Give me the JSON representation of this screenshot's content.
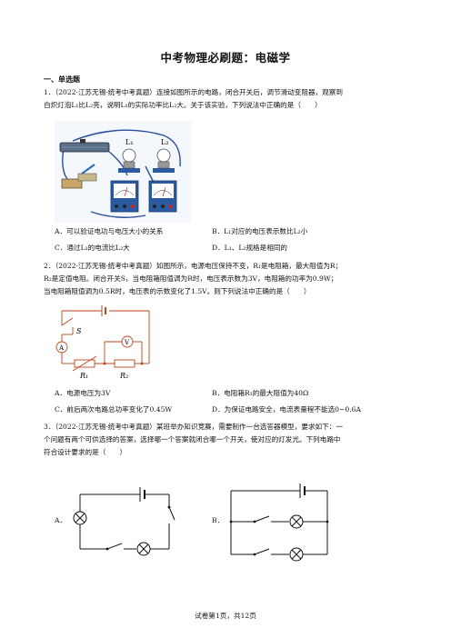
{
  "title": "中考物理必刷题：电磁学",
  "section": "一、单选题",
  "q1": {
    "line1": "1．（2022·江苏无锡·统考中考真题）连接如图所示的电路，闭合开关后，调节滑动变阻器，观察到",
    "line2": "白炽灯泡L₁比L₂亮，说明L₁的实际功率比L₂大。关于该实验，下列说法中正确的是（　　）",
    "fig_label_L1": "L₁",
    "fig_label_L2": "L₂",
    "optA": "A．可以验证电功与电压大小的关系",
    "optB": "B．L₁对应的电压表示数比L₂小",
    "optC": "C．通过L₁的电流比L₂大",
    "optD": "D．L₁、L₂规格是相同的"
  },
  "q2": {
    "line1": "2．（2022·江苏无锡·统考中考真题）如图所示，电源电压保持不变，R₁是电阻箱，最大阻值为R；",
    "line2": "R₂是定值电阻。闭合开关S，当电阻箱阻值调为R时，电压表示数为3V，电阻箱的功率为0.9W；",
    "line3": "当电阻箱阻值调为0.5R时，电压表的示数变化了1.5V。则下列说法中正确的是（　　）",
    "fig_S": "S",
    "fig_A": "A",
    "fig_V": "V",
    "fig_R1": "R₁",
    "fig_R2": "R₂",
    "optA": "A．电源电压为3V",
    "optB": "B．电阻箱R₁的最大阻值为40Ω",
    "optC": "C．前后两次电路总功率变化了0.45W",
    "optD": "D．为保证电路安全，电流表量程不能选0~0.6A"
  },
  "q3": {
    "line1": "3．（2022·江苏无锡·统考中考真题）某班举办知识竞赛，需要制作一台选答器模型，要求如下：一",
    "line2": "个问题有两个可供选择的答案，选择哪一个答案就闭合哪一个开关，使对应的灯发光。下列电路中",
    "line3": "符合设计要求的是（　　）",
    "optA": "A．",
    "optB": "B．"
  },
  "footer": "试卷第1页，共12页"
}
